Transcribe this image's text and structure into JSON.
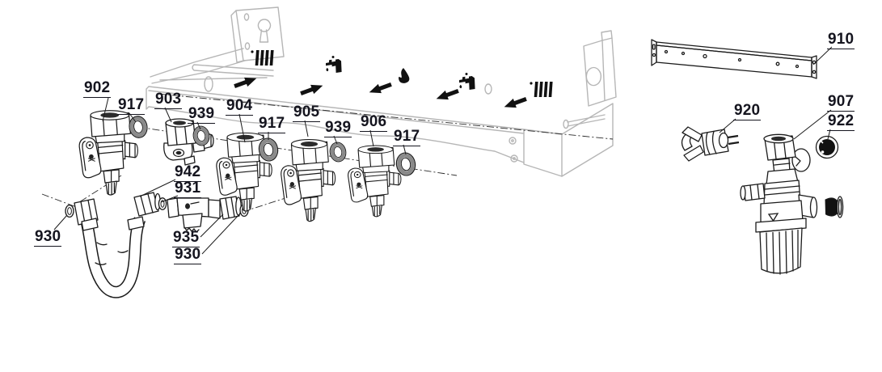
{
  "diagram": {
    "type": "exploded-parts-diagram",
    "labels": {
      "p902": "902",
      "p917a": "917",
      "p903": "903",
      "p939a": "939",
      "p904": "904",
      "p917b": "917",
      "p905": "905",
      "p939b": "939",
      "p906": "906",
      "p917c": "917",
      "p910": "910",
      "p920": "920",
      "p907": "907",
      "p922": "922",
      "p930a": "930",
      "p942": "942",
      "p931": "931",
      "p935": "935",
      "p930b": "930"
    },
    "icons": {
      "radiator_left": "radiator-icon",
      "tap_left": "tap-icon",
      "flame": "flame-icon",
      "tap_right": "tap-icon",
      "radiator_right": "radiator-icon",
      "flow_out": "arrow-up-right-icon",
      "flow_in": "arrow-down-left-icon"
    },
    "colors": {
      "line": "#1b1b1b",
      "frame": "#b6b6b6",
      "label_text": "#15151f",
      "fill": "#ffffff",
      "ring_shade": "#8a8a8a"
    }
  }
}
